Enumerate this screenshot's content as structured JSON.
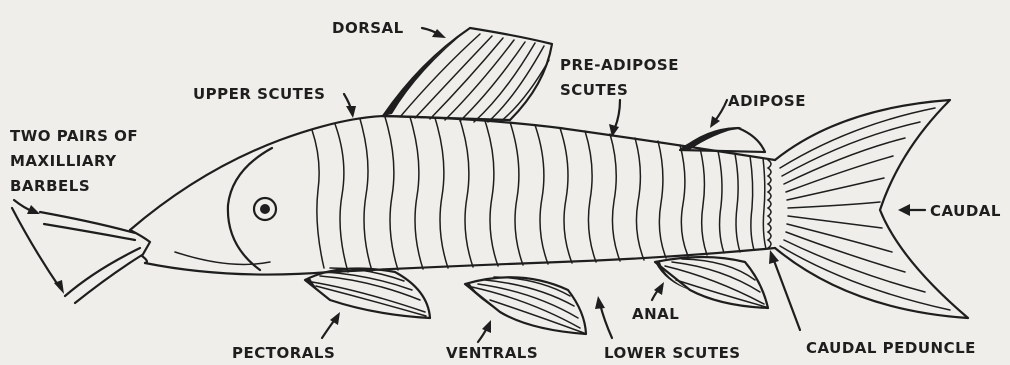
{
  "labels": {
    "dorsal": "DORSAL",
    "upper_scutes": "UPPER SCUTES",
    "pre_adipose_line1": "PRE-ADIPOSE",
    "pre_adipose_line2": "SCUTES",
    "adipose": "ADIPOSE",
    "barbels_line1": "TWO PAIRS OF",
    "barbels_line2": "MAXILLIARY",
    "barbels_line3": "BARBELS",
    "caudal": "CAUDAL",
    "pectorals": "PECTORALS",
    "ventrals": "VENTRALS",
    "lower_scutes": "LOWER SCUTES",
    "anal": "ANAL",
    "caudal_peduncle": "CAUDAL PEDUNCLE"
  },
  "colors": {
    "ink": "#1e1e1e",
    "paper": "#efeeea"
  }
}
